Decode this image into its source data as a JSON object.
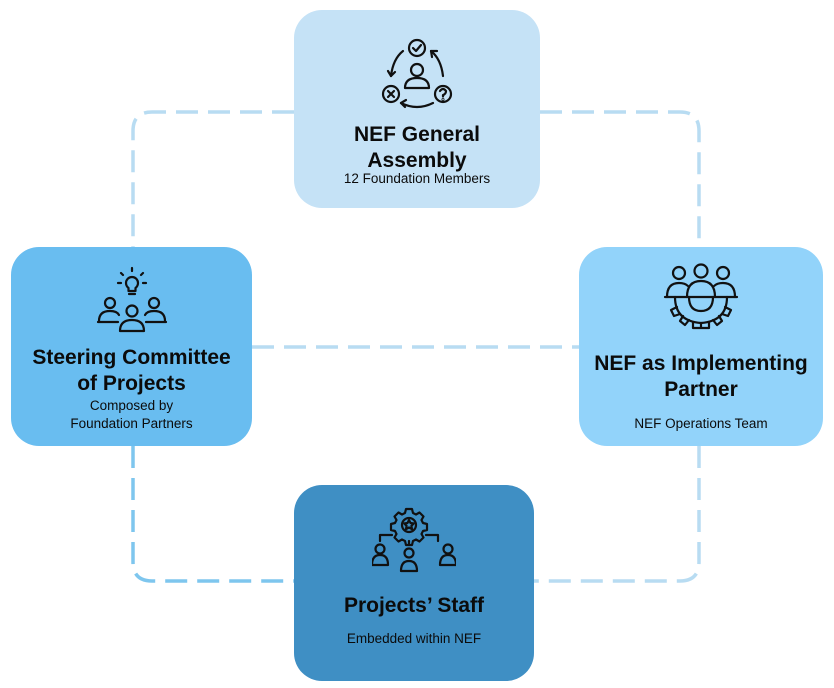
{
  "colors": {
    "connector": "#b8dcf2",
    "connector_left": "#7ec6ee",
    "general_assembly": "#c5e2f6",
    "steering_committee": "#69bdf0",
    "implementing_partner": "#92d3fa",
    "projects_staff": "#3f8fc4"
  },
  "nodes": {
    "general_assembly": {
      "icon": "decision-cycle-icon",
      "title_line1": "NEF General",
      "title_line2": "Assembly",
      "subtitle": "12 Foundation Members"
    },
    "steering_committee": {
      "icon": "team-idea-icon",
      "title_line1": "Steering Committee",
      "title_line2": "of Projects",
      "subtitle_line1": "Composed by",
      "subtitle_line2": "Foundation Partners"
    },
    "implementing_partner": {
      "icon": "team-gear-icon",
      "title_line1": "NEF as Implementing",
      "title_line2": "Partner",
      "subtitle": "NEF Operations Team"
    },
    "projects_staff": {
      "icon": "staff-hierarchy-icon",
      "title": "Projects’ Staff",
      "subtitle": "Embedded within NEF"
    }
  }
}
